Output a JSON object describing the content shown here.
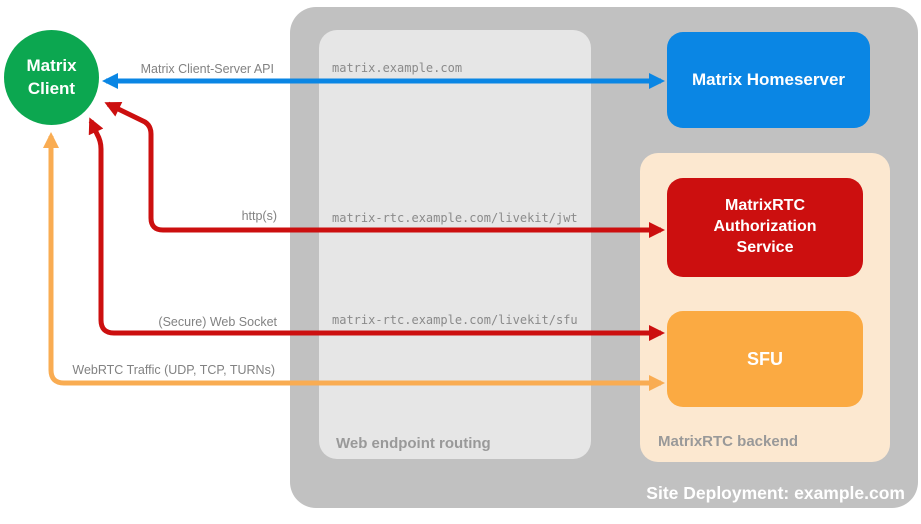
{
  "colors": {
    "green": "#0ca750",
    "blue": "#0a86e4",
    "red": "#cc0f0f",
    "orange": "#fbaa42",
    "orange_arrow": "#f9ac52",
    "peach": "#fce8d0",
    "outer_gray": "#c1c1c1",
    "inner_gray": "#e6e6e6"
  },
  "client": {
    "label": "Matrix Client"
  },
  "homeserver": {
    "label": "Matrix Homeserver"
  },
  "deployment": {
    "label": "Site Deployment: example.com"
  },
  "routing": {
    "label": "Web endpoint routing",
    "endpoints": {
      "homeserver": "matrix.example.com",
      "jwt": "matrix-rtc.example.com/livekit/jwt",
      "sfu": "matrix-rtc.example.com/livekit/sfu"
    }
  },
  "backend": {
    "label": "MatrixRTC backend",
    "nodes": {
      "auth": "MatrixRTC Authorization Service",
      "sfu": "SFU"
    }
  },
  "connections": {
    "csapi": {
      "label": "Matrix Client-Server API"
    },
    "https": {
      "label": "http(s)"
    },
    "websocket": {
      "label": "(Secure) Web Socket"
    },
    "webrtc": {
      "label": "WebRTC Traffic (UDP, TCP, TURNs)"
    }
  }
}
